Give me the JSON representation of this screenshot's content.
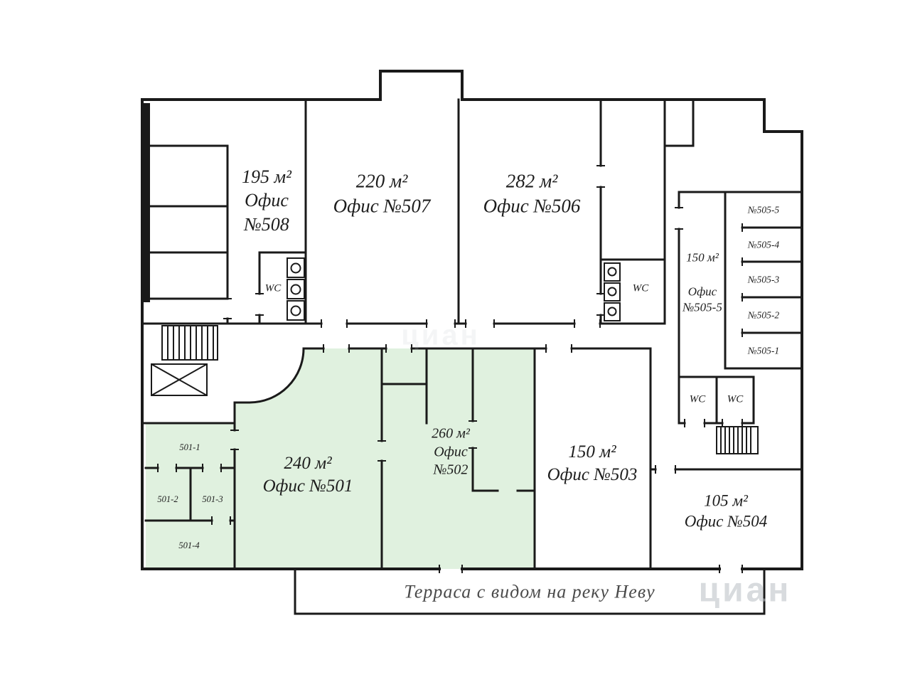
{
  "plan": {
    "colors": {
      "room_green": "#e0f1df",
      "wall": "#1a1a1a"
    },
    "offices": {
      "o508": {
        "area": "195 м²",
        "l2": "Офис",
        "l3": "№508"
      },
      "o507": {
        "area": "220 м²",
        "name": "Офис №507"
      },
      "o506": {
        "area": "282 м²",
        "name": "Офис №506"
      },
      "o505": {
        "area": "150 м²",
        "l2": "Офис",
        "l3": "№505-5"
      },
      "o501": {
        "area": "240 м²",
        "name": "Офис №501"
      },
      "o502": {
        "area": "260 м²",
        "l2": "Офис",
        "l3": "№502"
      },
      "o503": {
        "area": "150 м²",
        "name": "Офис №503"
      },
      "o504": {
        "area": "105 м²",
        "name": "Офис №504"
      }
    },
    "units505": [
      {
        "label": "№505-5"
      },
      {
        "label": "№505-4"
      },
      {
        "label": "№505-3"
      },
      {
        "label": "№505-2"
      },
      {
        "label": "№505-1"
      }
    ],
    "units501": [
      {
        "label": "501-1"
      },
      {
        "label": "501-2"
      },
      {
        "label": "501-3"
      },
      {
        "label": "501-4"
      }
    ],
    "wc": {
      "a": "WC",
      "b": "WC",
      "c": "WC",
      "d": "WC"
    },
    "terrace": {
      "label": "Терраса с видом на реку Неву"
    },
    "watermark": "циан"
  }
}
